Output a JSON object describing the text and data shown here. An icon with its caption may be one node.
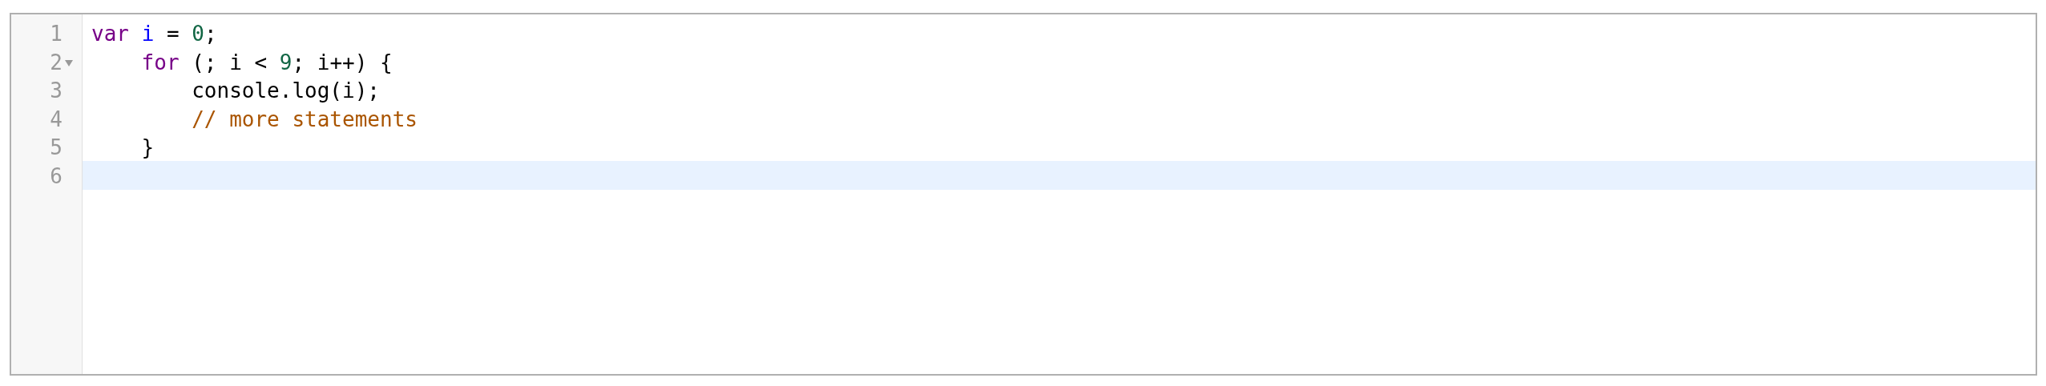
{
  "diagram": {
    "labels": [
      "1",
      "var i = 0;",
      "2",
      "for (; i < 9; i++) {",
      "3",
      "console.log(i);",
      "4",
      "// more statements",
      "5",
      "}",
      "6"
    ]
  }
}
